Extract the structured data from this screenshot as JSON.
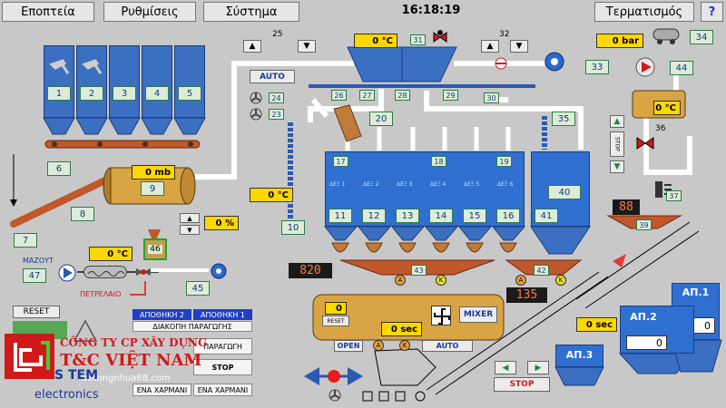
{
  "menu": {
    "tab1": "Εποπτεία",
    "tab2": "Ρυθμίσεις",
    "tab3": "Σύστημα",
    "exit": "Τερματισμός",
    "help": "?",
    "time": "16:18:19"
  },
  "aggregate": {
    "silos": [
      "1",
      "2",
      "3",
      "4",
      "5"
    ],
    "conveyor_label": "6",
    "incline_label": "7",
    "belt_label": "8",
    "tank_label": "9",
    "tank_display": "0 mb"
  },
  "top": {
    "num25": "25",
    "auto_label": "AUTO",
    "temp_display": "0 °C",
    "n31": "31",
    "n32": "32",
    "n26": "26",
    "n27": "27",
    "n28": "28",
    "n29": "29",
    "n30": "30",
    "n24": "24",
    "n23": "23",
    "n20": "20",
    "n33": "33",
    "bar_display": "0 bar",
    "n34": "34",
    "n44": "44",
    "n35": "35"
  },
  "cement": {
    "top_nums": [
      "17",
      "18",
      "19"
    ],
    "bin_labels": [
      "ΔΕΞ 1",
      "ΔΕΞ 2",
      "ΔΕΞ 3",
      "ΔΕΞ 4",
      "ΔΕΞ 5",
      "ΔΕΞ 6"
    ],
    "bin_nums": [
      "11",
      "12",
      "13",
      "14",
      "15",
      "16"
    ],
    "n40": "40",
    "n41": "41",
    "n10": "10",
    "temp_left": "0 °C",
    "led_820": "820",
    "n43": "43",
    "a": "A",
    "k": "K",
    "n42": "42",
    "led_135": "135"
  },
  "right": {
    "tank_temp": "0 °C",
    "stop_label": "STOP",
    "n36": "36",
    "n37": "37",
    "led_88": "88",
    "n39": "39",
    "sec_display": "0 sec",
    "ap1": "ΑΠ.1",
    "ap1_value": "0",
    "ap2": "ΑΠ.2",
    "ap2_value": "0",
    "ap3": "ΑΠ.3"
  },
  "water": {
    "percent_display": "0 %",
    "n46": "46",
    "temp_display": "0 °C",
    "mazout": "ΜΑΖΟΥΤ",
    "n47": "47",
    "petrelaio": "ΠΕΤΡΕΛΑΙΟ",
    "n45": "45"
  },
  "mixer": {
    "display": "0",
    "reset_small": "RESET",
    "sec_display": "0 sec",
    "mixer_label": "MIXER",
    "open_label": "OPEN",
    "auto_label": "AUTO",
    "stop_label": "STOP"
  },
  "bottom_left": {
    "reset": "RESET",
    "store2": "ΑΠΟΘΗΚΗ 2",
    "store1": "ΑΠΟΘΗΚΗ 1",
    "stop_prod": "ΔΙΑΚΟΠΗ ΠΑΡΑΓΩΓΗΣ",
    "production": "ΠΑΡΑΓΩΓΗ",
    "stop": "STOP",
    "empty_left": "ΕΝΑ ΧΑΡΜΑΝΙ",
    "empty_right": "ΕΝΑ ΧΑΡΜΑΝΙ",
    "company1": "CÔNG TY CP XÂY DỰNG",
    "company2": "T&C VIỆT NAM",
    "website": "betongnhua68.com",
    "electronics": "electronics",
    "logo_partial": "S TEM"
  },
  "colors": {
    "background": "#c8c8c8",
    "silo_blue": "#3a6fc2",
    "conveyor": "#c0582a",
    "display_yellow": "#ffd700",
    "pipe_white": "#ffffff"
  }
}
